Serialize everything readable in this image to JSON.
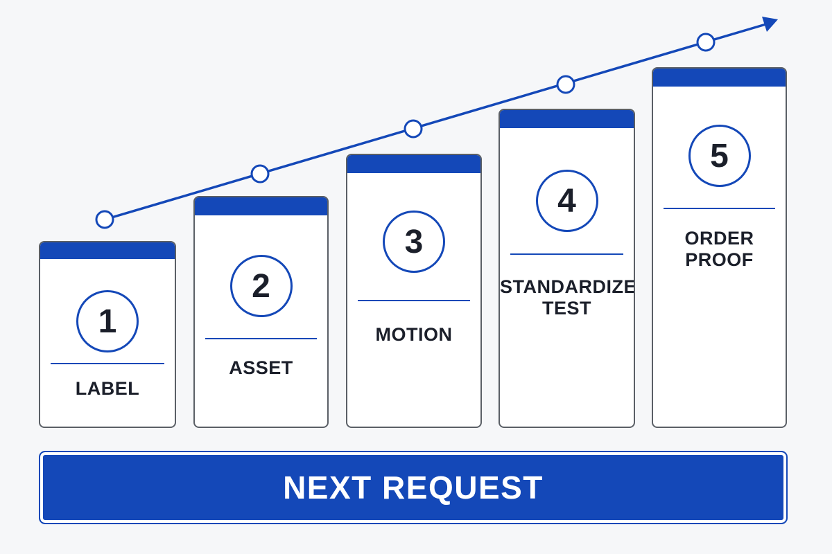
{
  "colors": {
    "accent": "#1448b8",
    "card_border": "#5a5f66",
    "text": "#1b1f2a",
    "background": "#f6f7f9"
  },
  "steps": [
    {
      "number": "1",
      "label": "LABEL"
    },
    {
      "number": "2",
      "label": "ASSET"
    },
    {
      "number": "3",
      "label": "MOTION"
    },
    {
      "number": "4",
      "label": "STANDARDIZED\nTEST"
    },
    {
      "number": "5",
      "label": "ORDER PROOF"
    }
  ],
  "icons": {
    "trend": "trend-arrow-icon",
    "milestone": "milestone-marker-icon"
  },
  "button": {
    "label": "NEXT REQUEST"
  }
}
